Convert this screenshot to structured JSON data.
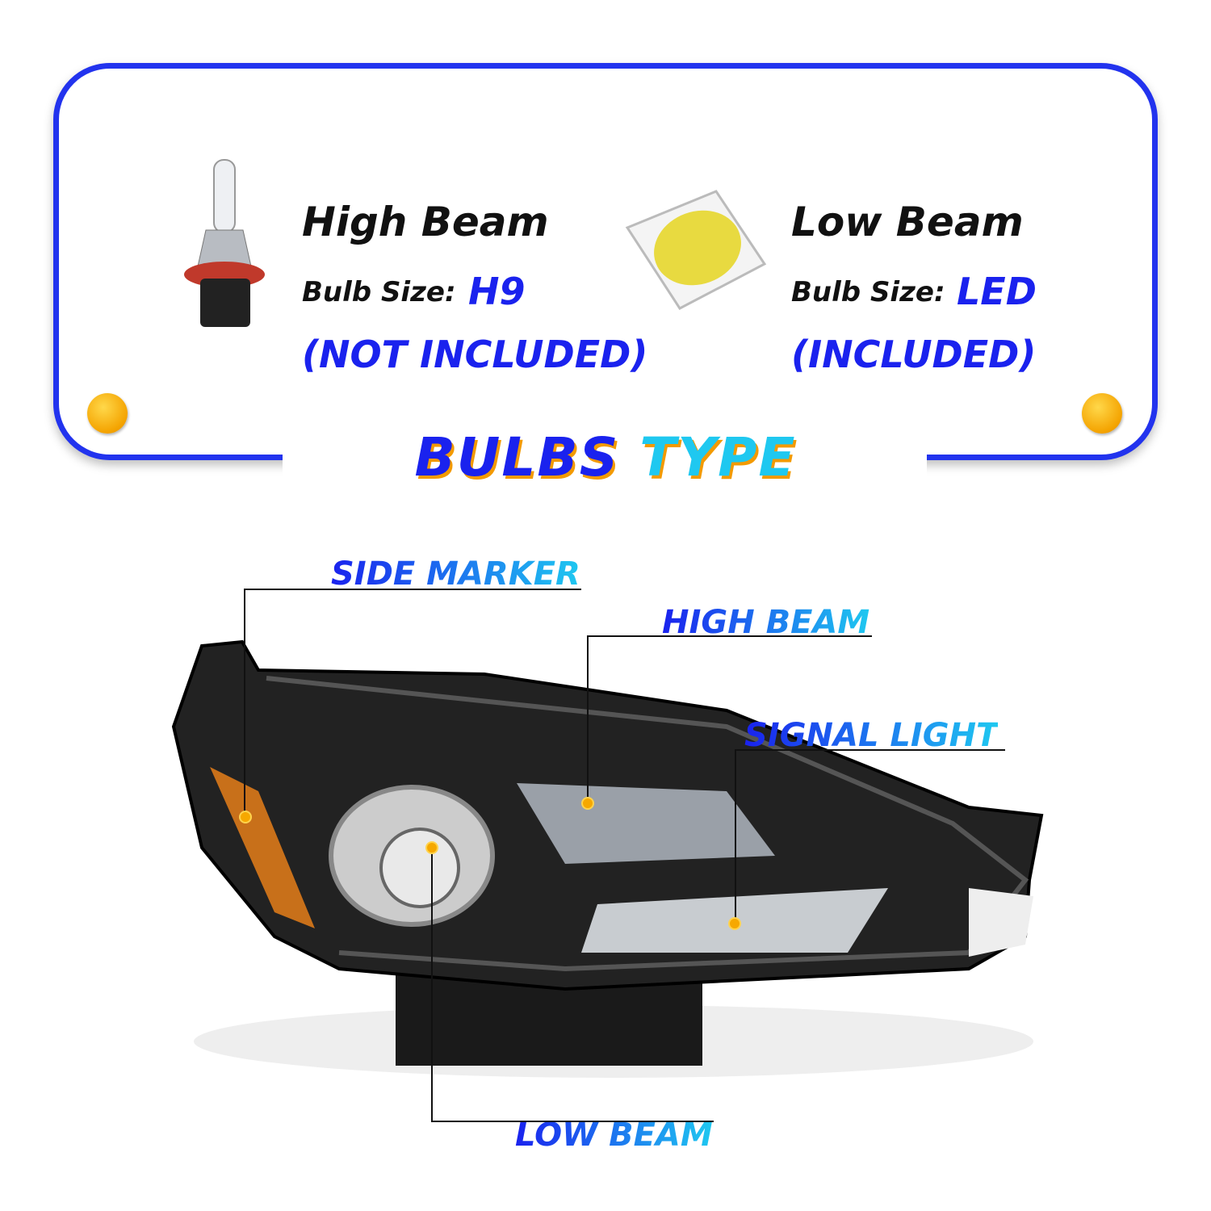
{
  "high_beam": {
    "heading": "High Beam",
    "size_label": "Bulb Size:",
    "size_value": "H9",
    "inclusion": "(NOT INCLUDED)",
    "icon": "halogen-bulb-icon"
  },
  "low_beam": {
    "heading": "Low Beam",
    "size_label": "Bulb Size:",
    "size_value": "LED",
    "inclusion": "(INCLUDED)",
    "icon": "led-chip-icon"
  },
  "title": {
    "word1": "BULBS",
    "word2": "TYPE"
  },
  "callouts": {
    "side_marker": "SIDE MARKER",
    "high_beam": "HIGH BEAM",
    "signal_light": "SIGNAL LIGHT",
    "low_beam": "LOW BEAM"
  },
  "colors": {
    "accent_blue": "#1a22ee",
    "accent_cyan": "#1fc8f0",
    "accent_orange": "#f4a300"
  }
}
